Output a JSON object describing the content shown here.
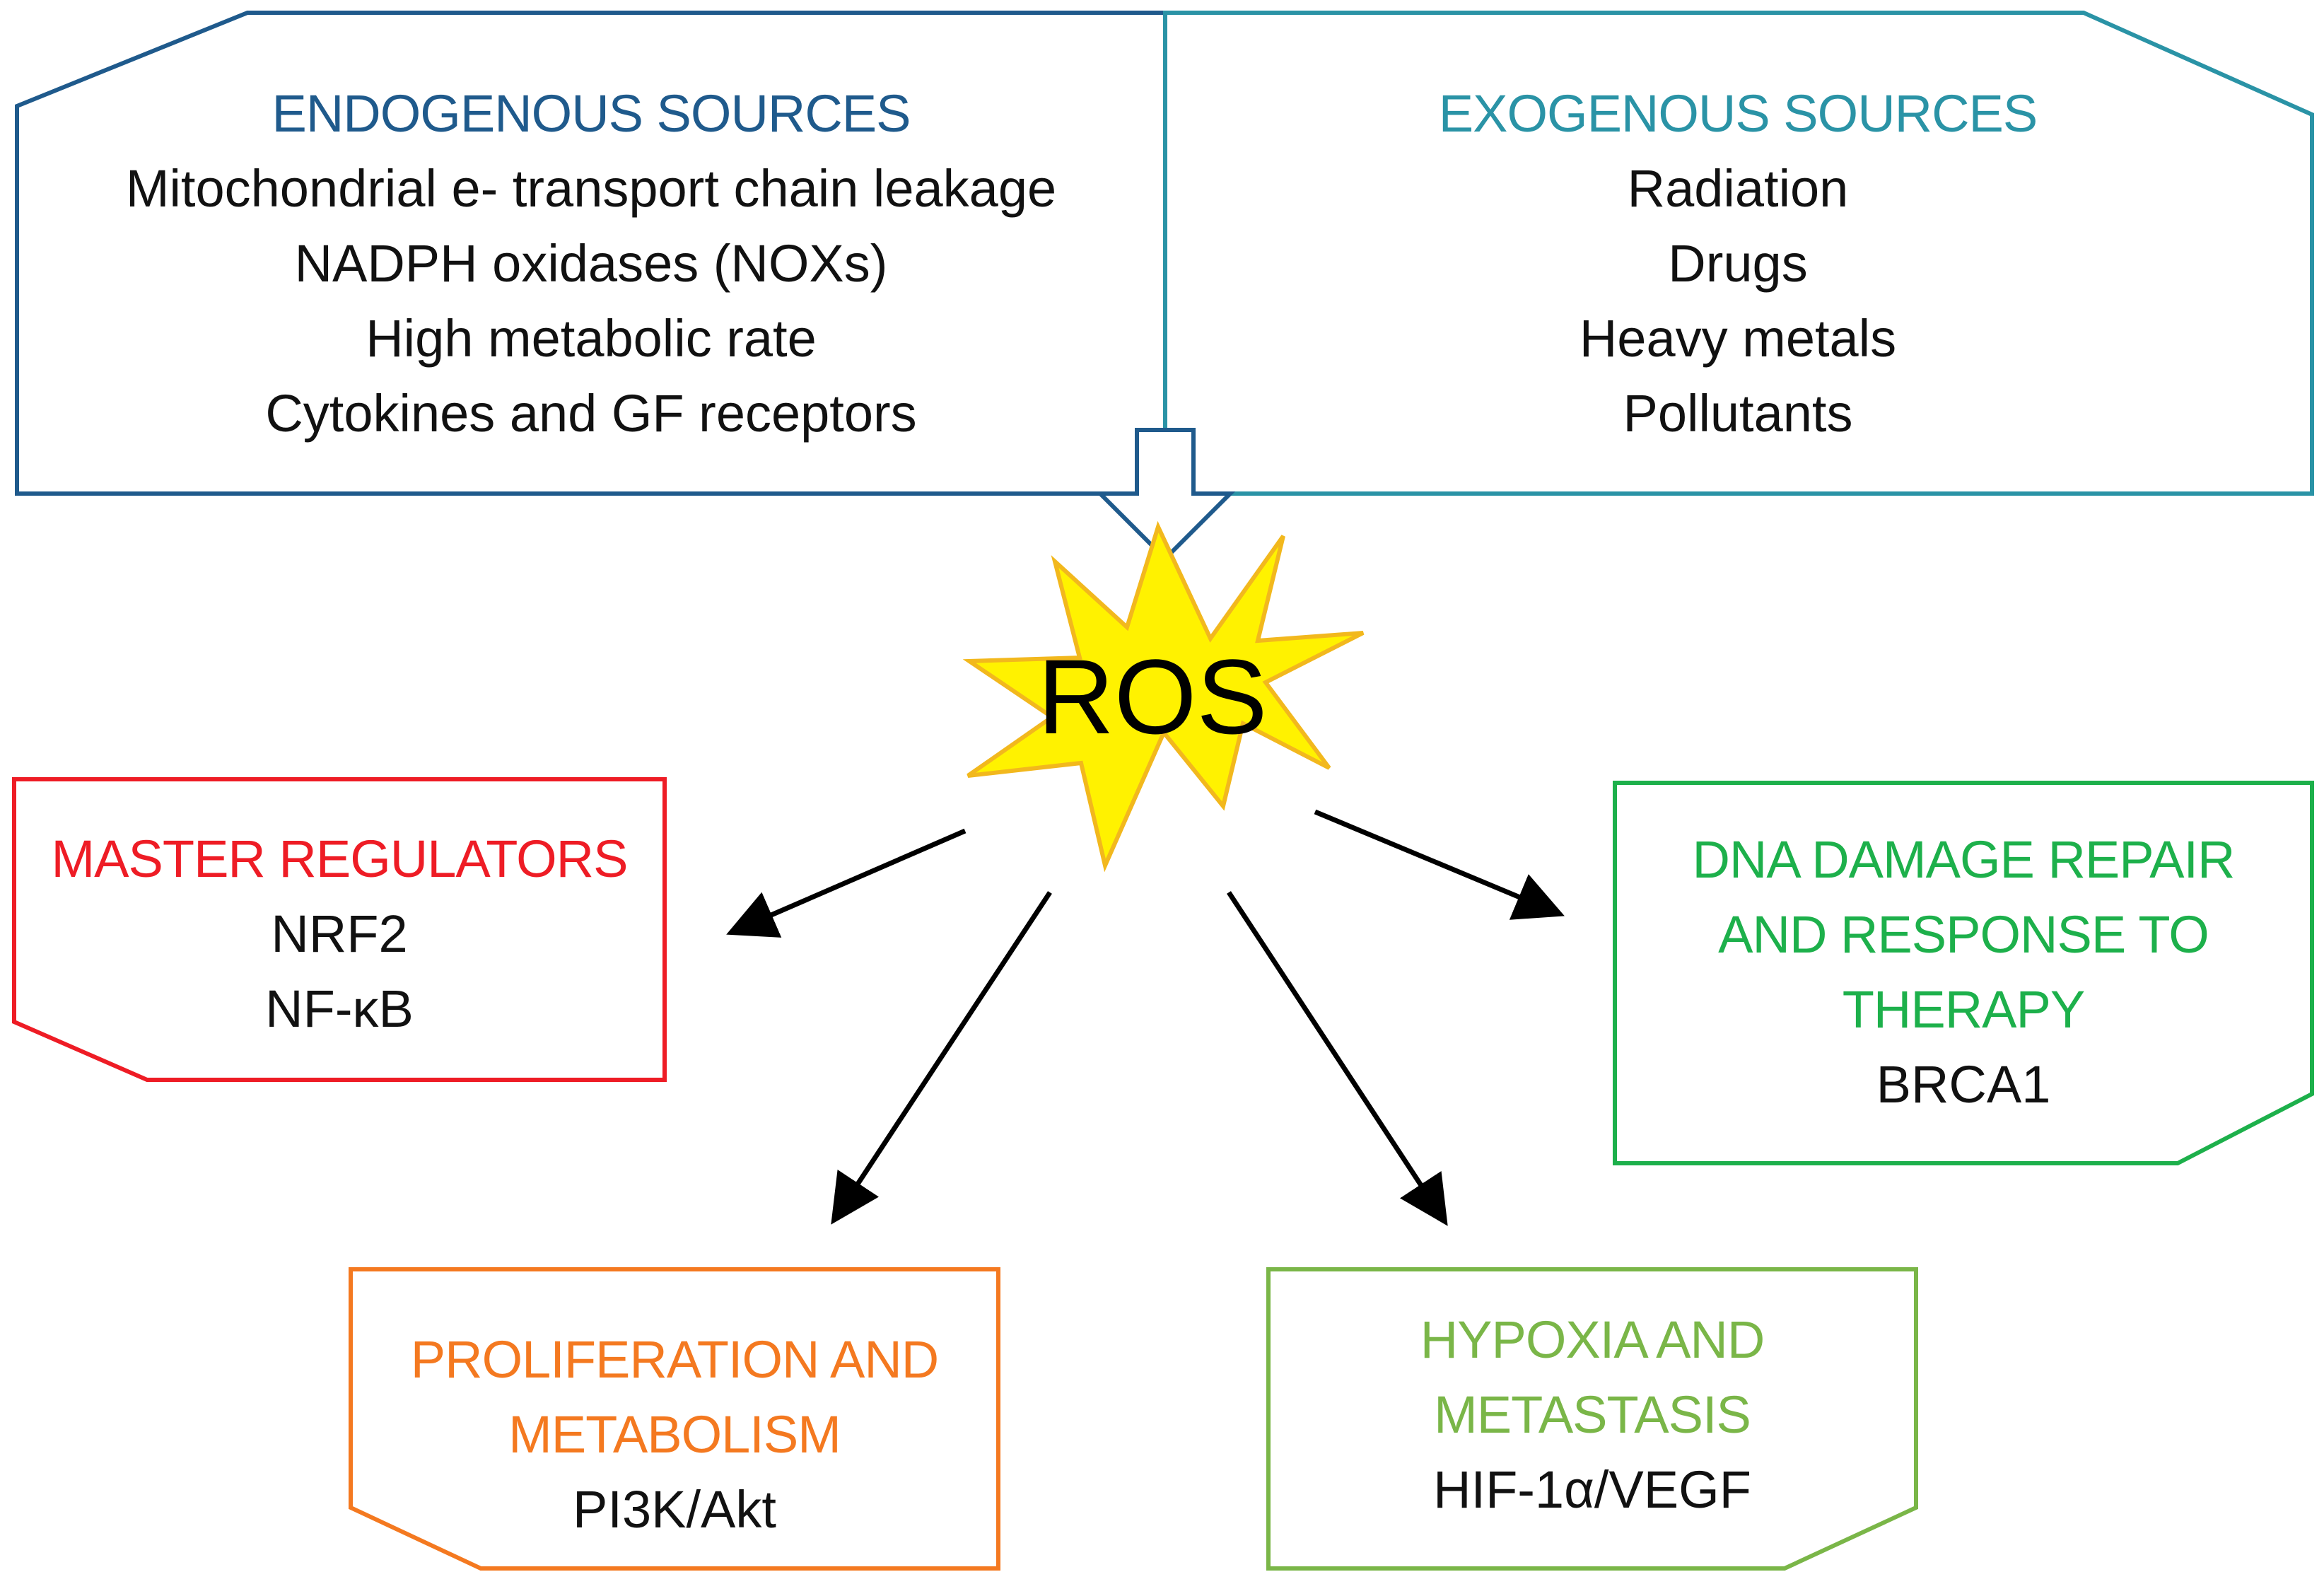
{
  "colors": {
    "endogenous": "#1f5a8c",
    "exogenous": "#2a93a6",
    "master": "#ee1c25",
    "proliferation": "#f47920",
    "hypoxia": "#7ab648",
    "dna": "#1db04b",
    "ros_fill": "#fff200",
    "ros_stroke": "#f2b81d"
  },
  "ros": {
    "label": "ROS"
  },
  "endogenous": {
    "title": "ENDOGENOUS SOURCES",
    "items": [
      "Mitochondrial e- transport chain leakage",
      "NADPH oxidases (NOXs)",
      "High metabolic rate",
      "Cytokines and GF receptors"
    ]
  },
  "exogenous": {
    "title": "EXOGENOUS SOURCES",
    "items": [
      "Radiation",
      "Drugs",
      "Heavy metals",
      "Pollutants"
    ]
  },
  "master": {
    "title": "MASTER REGULATORS",
    "items": [
      "NRF2",
      "NF-κB"
    ]
  },
  "proliferation": {
    "title_lines": [
      "PROLIFERATION AND",
      "METABOLISM"
    ],
    "items": [
      "PI3K/Akt"
    ]
  },
  "hypoxia": {
    "title_lines": [
      "HYPOXIA AND",
      "METASTASIS"
    ],
    "items": [
      "HIF-1α/VEGF"
    ]
  },
  "dna": {
    "title_lines": [
      "DNA DAMAGE REPAIR",
      "AND RESPONSE TO",
      "THERAPY"
    ],
    "items": [
      "BRCA1"
    ]
  }
}
